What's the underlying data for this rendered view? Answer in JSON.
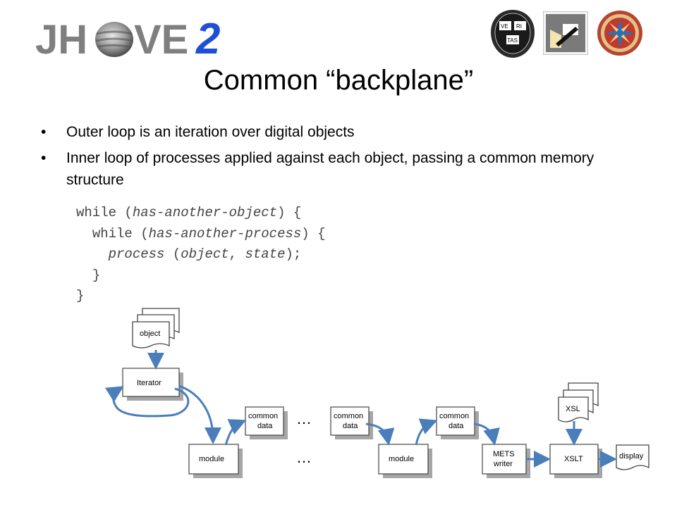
{
  "header": {
    "logo_text_left": "JH",
    "logo_text_right": "VE",
    "logo_number": "2",
    "seal_text": [
      "VE",
      "RI",
      "TAS"
    ]
  },
  "slide": {
    "title": "Common “backplane”",
    "bullets": [
      "Outer loop is an iteration over digital objects",
      "Inner loop of processes applied against each object, passing a common memory structure"
    ],
    "code": {
      "line1_kw": "while",
      "line1_open": " (",
      "line1_cond": "has-another-object",
      "line1_close": ") {",
      "line2_kw": "while",
      "line2_open": " (",
      "line2_cond": "has-another-process",
      "line2_close": ") {",
      "line3_fn": "process",
      "line3_open": " (",
      "line3_arg1": "object",
      "line3_sep": ", ",
      "line3_arg2": "state",
      "line3_close": ");",
      "line4": "}",
      "line5": "}"
    }
  },
  "diagram": {
    "object_label": "object",
    "iterator_label": "Iterator",
    "module_label": "module",
    "common_label_1": "common",
    "common_label_2": "data",
    "ellipsis": "…",
    "mets_label_1": "METS",
    "mets_label_2": "writer",
    "xslt_label": "XSLT",
    "xsl_label": "XSL",
    "display_label": "display"
  },
  "colors": {
    "arrow": "#4a7ebb",
    "box_shadow": "#a6a6a6",
    "logo_gray": "#7f7f7f",
    "logo_blue": "#1f4fd6"
  }
}
